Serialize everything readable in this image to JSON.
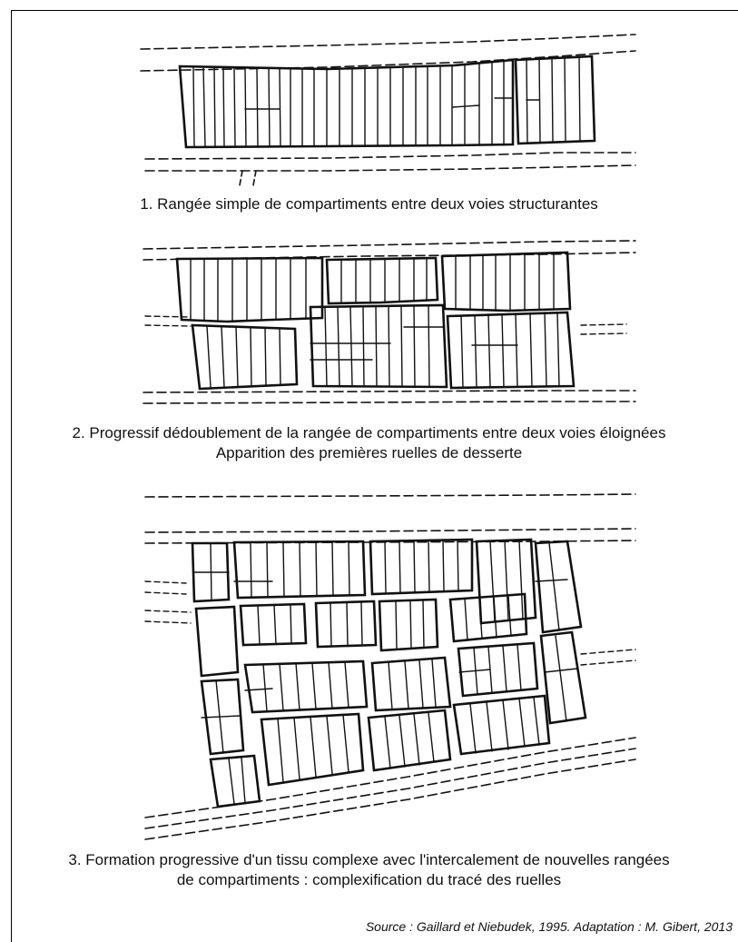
{
  "figure": {
    "diagram1": {
      "caption": "1. Rangée simple de compartiments entre deux voies structurantes"
    },
    "diagram2": {
      "caption_line1": "2. Progressif dédoublement de la rangée de compartiments entre deux voies éloignées",
      "caption_line2": "Apparition des premières ruelles de desserte"
    },
    "diagram3": {
      "caption_line1": "3. Formation progressive d'un tissu complexe avec l'intercalement de nouvelles rangées",
      "caption_line2": "de compartiments : complexification du tracé des ruelles"
    },
    "source": "Source : Gaillard et Niebudek, 1995. Adaptation : M. Gibert, 2013"
  },
  "colors": {
    "ink": "#111111",
    "background": "#ffffff"
  }
}
